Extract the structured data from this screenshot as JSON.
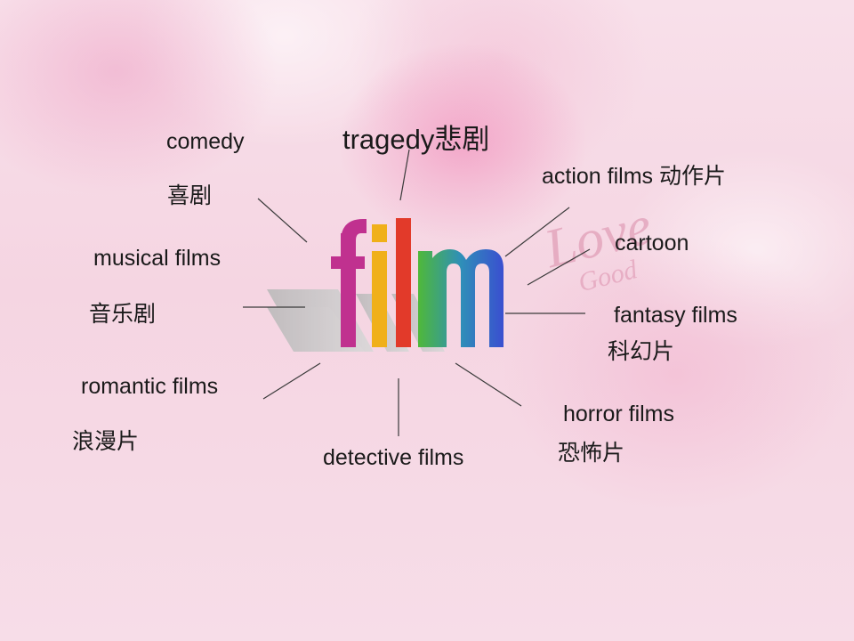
{
  "center_word": "film",
  "background_text": {
    "love": "Love",
    "good": "Good"
  },
  "genres": {
    "tragedy": "tragedy悲剧",
    "comedy_en": "comedy",
    "comedy_zh": "喜剧",
    "action": "action films 动作片",
    "cartoon": "cartoon",
    "musical_en": "musical films",
    "musical_zh": "音乐剧",
    "fantasy_en": "fantasy films",
    "fantasy_zh": "科幻片",
    "romantic_en": "romantic films",
    "romantic_zh": "浪漫片",
    "horror_en": "horror films",
    "horror_zh": "恐怖片",
    "detective": "detective films"
  },
  "colors": {
    "text": "#1a1a1a",
    "line": "#3a3a3a",
    "letter_f": "#c0318f",
    "letter_i": "#f0b01a",
    "letter_l": "#e23a2a",
    "letter_m_start": "#4fb83a",
    "letter_m_end": "#3a4fd0"
  }
}
